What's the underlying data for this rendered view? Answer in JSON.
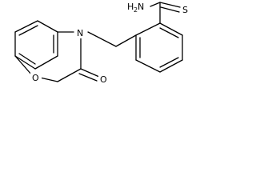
{
  "molecule": {
    "atoms": {
      "thioamide_nitrogen": {
        "element": "N",
        "h": "H",
        "h_count": "2"
      },
      "thione_sulfur": {
        "element": "S"
      },
      "ring_nitrogen": {
        "element": "N"
      },
      "ring_oxygen": {
        "element": "O"
      },
      "carbonyl_oxygen": {
        "element": "O"
      }
    },
    "colors": {
      "bond": "#000000",
      "label": "#000000",
      "background": "#ffffff"
    }
  }
}
